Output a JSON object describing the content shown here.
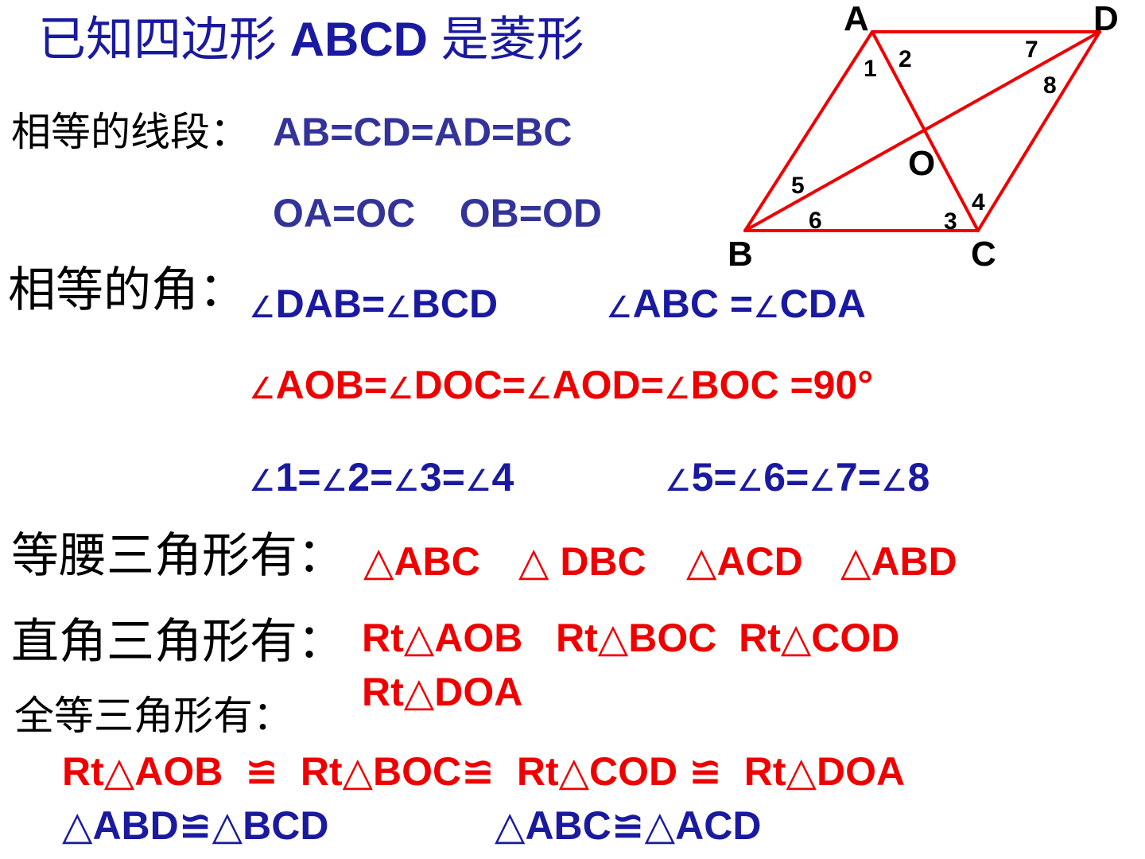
{
  "title": {
    "prefix": "已知四边形",
    "abcd": "ABCD",
    "suffix": "是菱形"
  },
  "segments": {
    "label": "相等的线段：",
    "line1": "AB=CD=AD=BC",
    "line2": "OA=OC    OB=OD"
  },
  "angles": {
    "label": "相等的角：",
    "row1_a": [
      "∠",
      "DAB=",
      "∠",
      "BCD"
    ],
    "row1_b": [
      "∠",
      "ABC =",
      "∠",
      "CDA"
    ],
    "row2": [
      "∠",
      "AOB=",
      "∠",
      "DOC=",
      "∠",
      "AOD=",
      "∠",
      "BOC =90°"
    ],
    "row3_a": [
      "∠",
      "1=",
      "∠",
      "2=",
      "∠",
      "3=",
      "∠",
      "4"
    ],
    "row3_b": [
      "∠",
      "5=",
      "∠",
      "6=",
      "∠",
      "7=",
      "∠",
      "8"
    ]
  },
  "isosceles": {
    "label": "等腰三角形有：",
    "items": [
      "△ABC",
      "△ DBC",
      "△ACD",
      "△ABD"
    ]
  },
  "right": {
    "label": "直角三角形有：",
    "line1": "Rt△AOB   Rt△BOC  Rt△COD",
    "line2": "Rt△DOA"
  },
  "congruent": {
    "label": "全等三角形有：",
    "line1": [
      "Rt△AOB",
      "≌",
      "Rt△BOC≌",
      "Rt△COD",
      "≌",
      "Rt△DOA"
    ],
    "line2_a": "△ABD≌△BCD",
    "line2_b": "△ABC≌△ACD"
  },
  "figure": {
    "vertices": {
      "A": "A",
      "B": "B",
      "C": "C",
      "D": "D",
      "O": "O"
    },
    "angle_marks": [
      "1",
      "2",
      "3",
      "4",
      "5",
      "6",
      "7",
      "8"
    ],
    "line_color": "#ee0000"
  }
}
